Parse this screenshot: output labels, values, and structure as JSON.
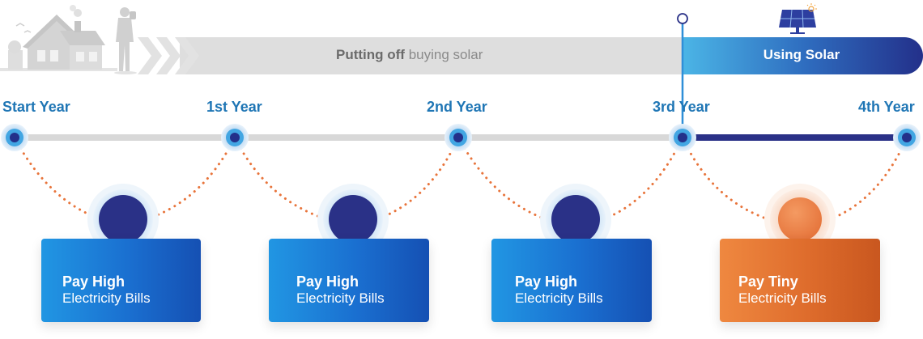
{
  "banner": {
    "delay_bold": "Putting off",
    "delay_rest": " buying solar",
    "solar_label": "Using Solar"
  },
  "timeline": {
    "years": [
      "Start Year",
      "1st Year",
      "2nd Year",
      "3rd Year",
      "4th Year"
    ]
  },
  "cards": [
    {
      "title": "Pay High",
      "subtitle": "Electricity Bills",
      "variant": "high"
    },
    {
      "title": "Pay High",
      "subtitle": "Electricity Bills",
      "variant": "high"
    },
    {
      "title": "Pay High",
      "subtitle": "Electricity Bills",
      "variant": "high"
    },
    {
      "title": "Pay Tiny",
      "subtitle": "Electricity Bills",
      "variant": "tiny"
    }
  ],
  "colors": {
    "navy": "#2a3187",
    "blue_label": "#1f76b5",
    "orange": "#e8743b",
    "gray_track": "#d8d8d8"
  }
}
